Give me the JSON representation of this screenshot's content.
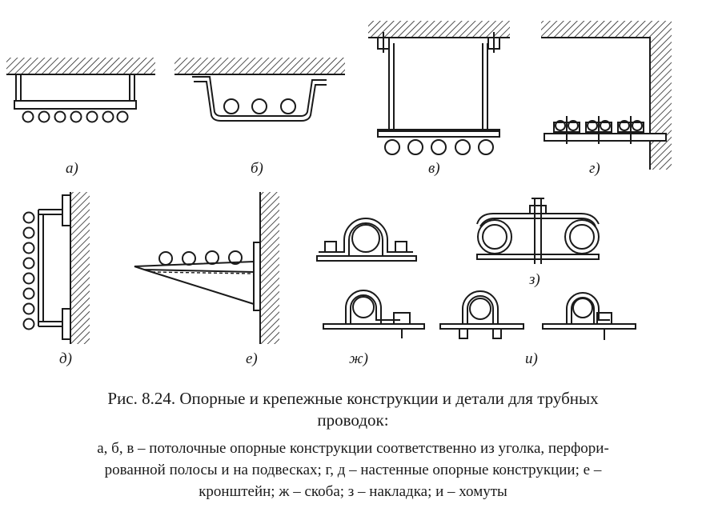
{
  "figure": {
    "panel_labels": {
      "a": "а)",
      "b": "б)",
      "v": "в)",
      "g": "г)",
      "d": "д)",
      "e": "е)",
      "zh": "ж)",
      "z": "з)",
      "i": "и)"
    }
  },
  "caption": {
    "title_line1": "Рис. 8.24. Опорные и крепежные конструкции и детали для трубных",
    "title_line2": "проводок:",
    "legend_line1": "а, б, в – потолочные опорные конструкции соответственно из уголка, перфори-",
    "legend_line2": "рованной полосы и на подвесках; г, д – настенные опорные конструкции; е –",
    "legend_line3": "кронштейн; ж – скоба; з – накладка; и – хомуты"
  }
}
